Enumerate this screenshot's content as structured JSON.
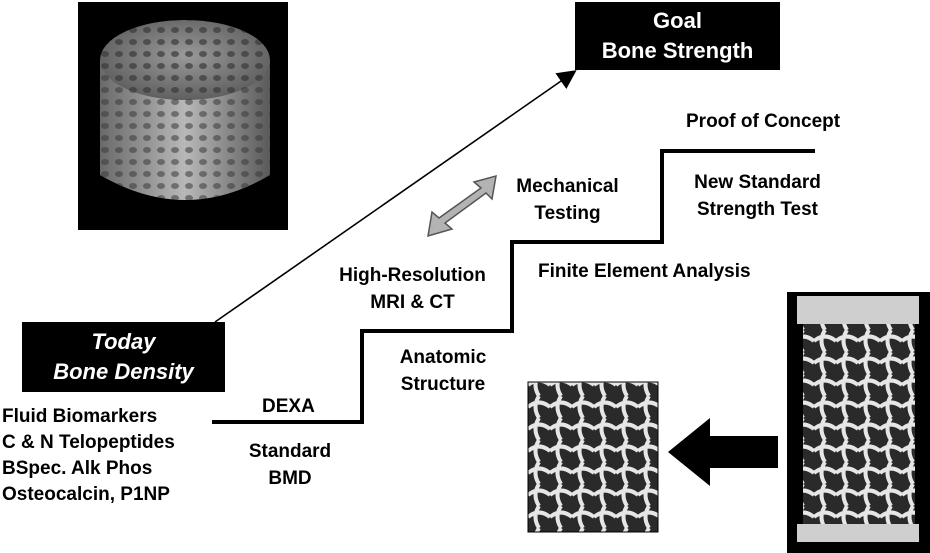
{
  "goal_box": {
    "line1": "Goal",
    "line2": "Bone Strength"
  },
  "today_box": {
    "line1": "Today",
    "line2": "Bone Density"
  },
  "biomarkers": [
    "Fluid Biomarkers",
    "C & N Telopeptides",
    "BSpec. Alk Phos",
    "Osteocalcin, P1NP"
  ],
  "steps": {
    "dexa": "DEXA",
    "standard_bmd": {
      "line1": "Standard",
      "line2": "BMD"
    },
    "anatomic": {
      "line1": "Anatomic",
      "line2": "Structure"
    },
    "hires": {
      "line1": "High-Resolution",
      "line2": "MRI & CT"
    },
    "mechanical": {
      "line1": "Mechanical",
      "line2": "Testing"
    },
    "fea": "Finite Element Analysis",
    "proof": "Proof of Concept",
    "new_standard": {
      "line1": "New Standard",
      "line2": "Strength Test"
    }
  },
  "colors": {
    "double_arrow_fill": "#b3b3b3",
    "box_fill": "#000000",
    "staircase": "#000000"
  }
}
